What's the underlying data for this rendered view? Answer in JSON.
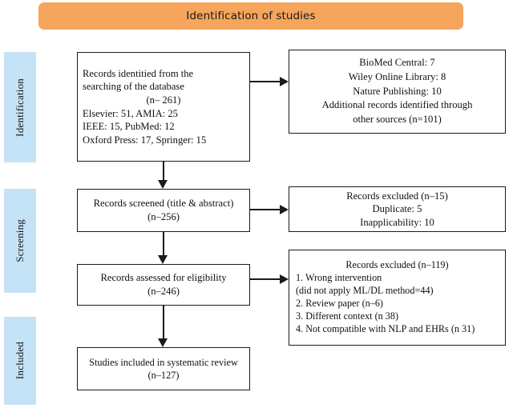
{
  "header": {
    "title": "Identification of studies",
    "color": "#F5A55C"
  },
  "stages": {
    "accent_color": "#C5E3F6",
    "items": [
      {
        "label": "Identification"
      },
      {
        "label": "Screening"
      },
      {
        "label": "Included"
      }
    ]
  },
  "boxes": {
    "identified": {
      "line1": "Records identitied from the",
      "line2": "searching of the database",
      "line3": "(n– 261)",
      "line4": "Elsevier: 51, AMIA: 25",
      "line5": "IEEE: 15, PubMed: 12",
      "line6": "Oxford Press: 17, Springer: 15"
    },
    "sources": {
      "line1": "BioMed Central: 7",
      "line2": "Wiley Online Library: 8",
      "line3": "Nature Publishing: 10",
      "line4": "Additional records identified through",
      "line5": "other sources (n=101)"
    },
    "screened": {
      "line1": "Records screened (title & abstract)",
      "line2": "(n–256)"
    },
    "excluded_screening": {
      "line1": "Records excluded (n–15)",
      "line2": "Duplicate: 5",
      "line3": "Inapplicability: 10"
    },
    "eligibility": {
      "line1": "Records assessed for eligibility",
      "line2": "(n–246)"
    },
    "excluded_eligibility": {
      "line1": "Records excluded (n–119)",
      "line2": "1. Wrong intervention",
      "line3": "(did not apply ML/DL method=44)",
      "line4": "2. Review paper (n–6)",
      "line5": "3. Different context (n  38)",
      "line6": "4. Not compatible with NLP and EHRs (n  31)"
    },
    "included": {
      "line1": "Studies included in systematic review",
      "line2": "(n–127)"
    }
  }
}
